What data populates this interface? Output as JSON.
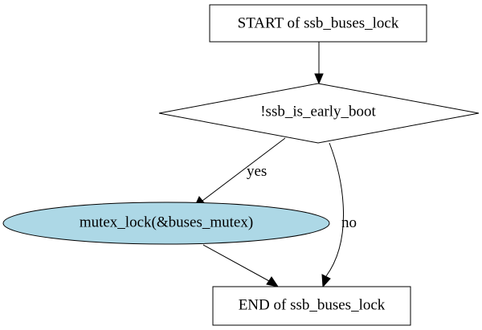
{
  "nodes": {
    "start": {
      "label": "START of ssb_buses_lock",
      "shape": "rectangle",
      "fill": "#ffffff"
    },
    "condition": {
      "label": "!ssb_is_early_boot",
      "shape": "diamond",
      "fill": "#ffffff"
    },
    "action": {
      "label": "mutex_lock(&buses_mutex)",
      "shape": "ellipse",
      "fill": "#add8e6"
    },
    "end": {
      "label": "END of ssb_buses_lock",
      "shape": "rectangle",
      "fill": "#ffffff"
    }
  },
  "edges": {
    "start_to_condition": {
      "label": ""
    },
    "condition_to_action": {
      "label": "yes"
    },
    "condition_to_end": {
      "label": "no"
    },
    "action_to_end": {
      "label": ""
    }
  }
}
